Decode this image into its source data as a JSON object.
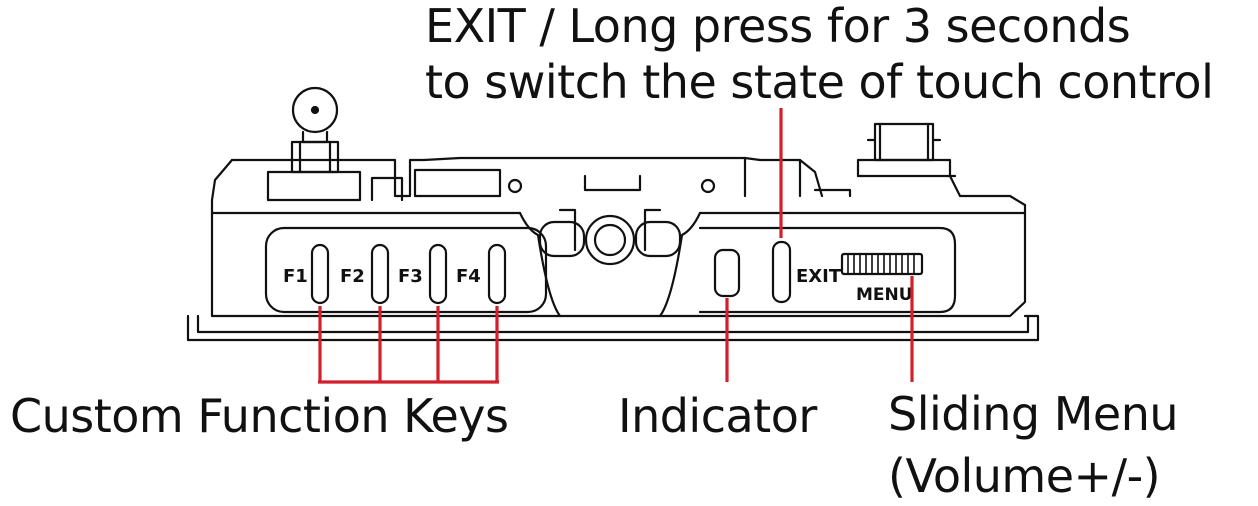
{
  "callouts": {
    "exit_line1": "EXIT / Long press for 3 seconds",
    "exit_line2": "to switch the state of touch control",
    "custom_keys": "Custom Function Keys",
    "indicator": "Indicator",
    "sliding_menu_line1": "Sliding Menu",
    "sliding_menu_line2": "(Volume+/-)"
  },
  "device_labels": {
    "f1": "F1",
    "f2": "F2",
    "f3": "F3",
    "f4": "F4",
    "exit": "EXIT",
    "menu": "MENU"
  },
  "colors": {
    "leader_line": "#d21f2a",
    "outline": "#111111"
  }
}
